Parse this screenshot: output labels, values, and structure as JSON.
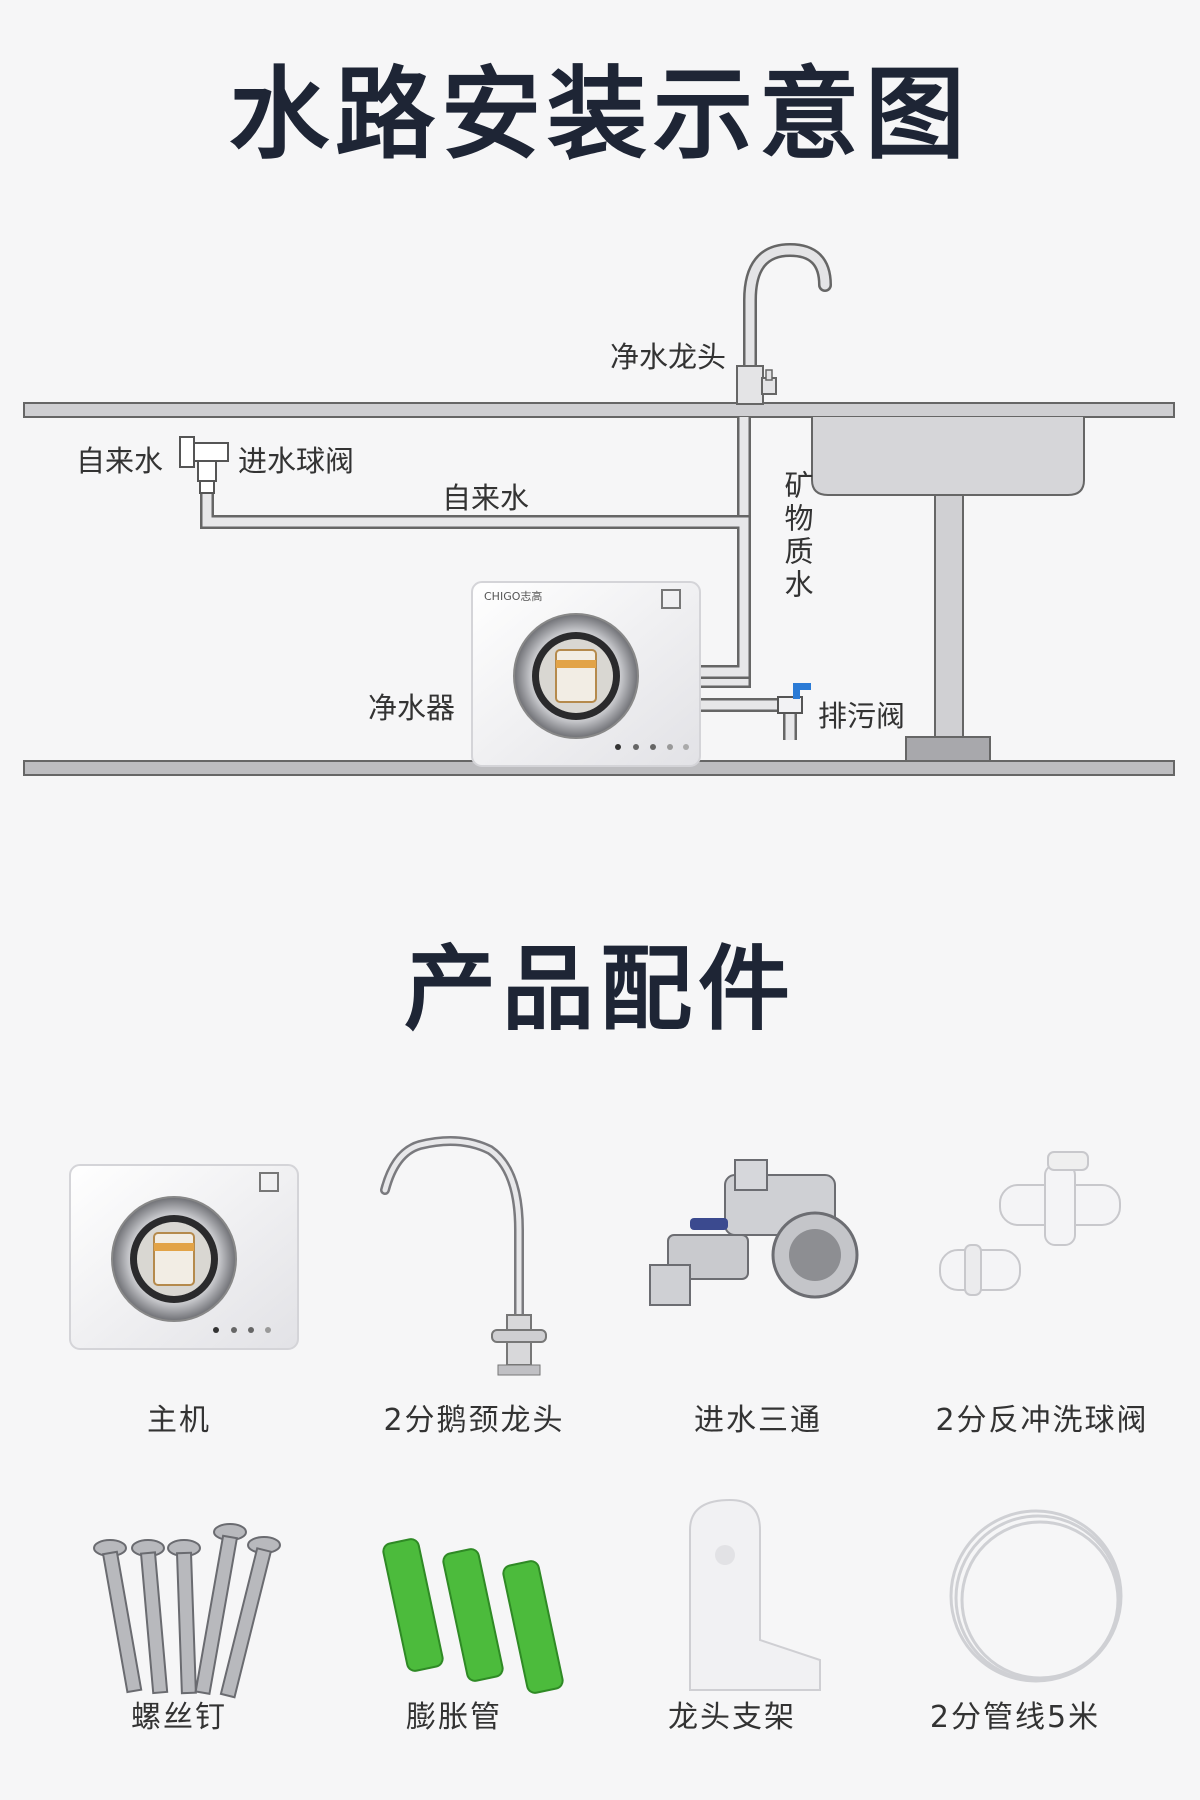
{
  "install_title": "水路安装示意图",
  "diagram": {
    "faucet": "净水龙头",
    "tap_water_left": "自来水",
    "inlet_ball_valve": "进水球阀",
    "tap_water_pipe": "自来水",
    "mineral_water": "矿物质水",
    "purifier": "净水器",
    "drain_valve": "排污阀",
    "brand_logo": "CHIGO志高"
  },
  "accessories_title": "产品配件",
  "accessories": [
    {
      "label": "主机",
      "icon": "purifier-unit"
    },
    {
      "label": "2分鹅颈龙头",
      "icon": "gooseneck-faucet"
    },
    {
      "label": "进水三通",
      "icon": "tee-connector"
    },
    {
      "label": "2分反冲洗球阀",
      "icon": "ball-valve"
    },
    {
      "label": "螺丝钉",
      "icon": "screws"
    },
    {
      "label": "膨胀管",
      "icon": "anchors"
    },
    {
      "label": "龙头支架",
      "icon": "faucet-bracket"
    },
    {
      "label": "2分管线5米",
      "icon": "tubing-coil"
    }
  ],
  "colors": {
    "title": "#1e2535",
    "pipe": "#c9c9cc",
    "anchor_green": "#4cbb3c",
    "valve_blue": "#2b7bd6"
  }
}
